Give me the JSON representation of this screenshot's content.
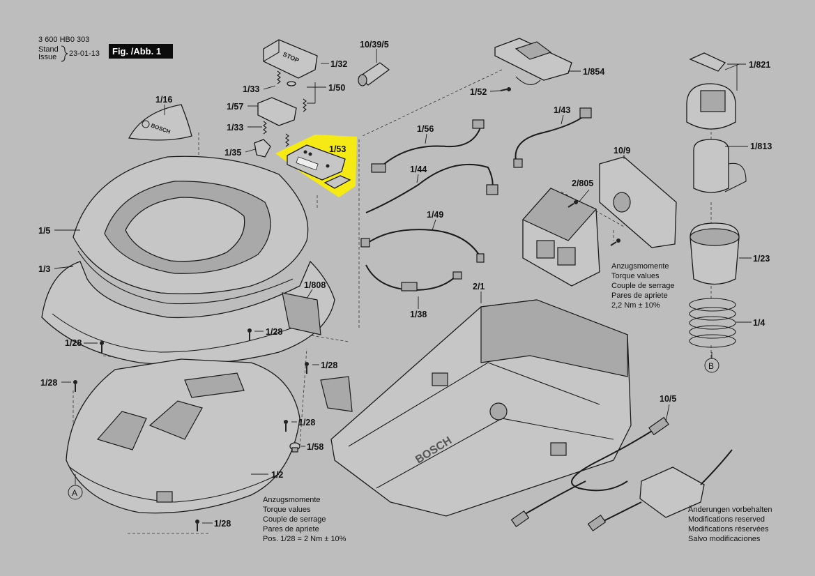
{
  "header": {
    "doc_number": "3 600 HB0 303",
    "stand_label": "Stand",
    "issue_label": "Issue",
    "date": "23-01-13",
    "figure_label": "Fig. /Abb. 1"
  },
  "highlight_color": "#f5ea14",
  "parts": [
    {
      "id": "p-1-16",
      "label": "1/16"
    },
    {
      "id": "p-1-5",
      "label": "1/5"
    },
    {
      "id": "p-1-3",
      "label": "1/3"
    },
    {
      "id": "p-1-33a",
      "label": "1/33"
    },
    {
      "id": "p-1-57",
      "label": "1/57"
    },
    {
      "id": "p-1-33b",
      "label": "1/33"
    },
    {
      "id": "p-1-35",
      "label": "1/35"
    },
    {
      "id": "p-1-32",
      "label": "1/32"
    },
    {
      "id": "p-1-50",
      "label": "1/50"
    },
    {
      "id": "p-10-39-5",
      "label": "10/39/5"
    },
    {
      "id": "p-1-53",
      "label": "1/53"
    },
    {
      "id": "p-1-56",
      "label": "1/56"
    },
    {
      "id": "p-1-44",
      "label": "1/44"
    },
    {
      "id": "p-1-49",
      "label": "1/49"
    },
    {
      "id": "p-1-38",
      "label": "1/38"
    },
    {
      "id": "p-1-854",
      "label": "1/854"
    },
    {
      "id": "p-1-52",
      "label": "1/52"
    },
    {
      "id": "p-1-43",
      "label": "1/43"
    },
    {
      "id": "p-10-9",
      "label": "10/9"
    },
    {
      "id": "p-2-805",
      "label": "2/805"
    },
    {
      "id": "p-1-808",
      "label": "1/808"
    },
    {
      "id": "p-2-1",
      "label": "2/1"
    },
    {
      "id": "p-1-28a",
      "label": "1/28"
    },
    {
      "id": "p-1-28b",
      "label": "1/28"
    },
    {
      "id": "p-1-28c",
      "label": "1/28"
    },
    {
      "id": "p-1-28d",
      "label": "1/28"
    },
    {
      "id": "p-1-28e",
      "label": "1/28"
    },
    {
      "id": "p-1-28f",
      "label": "1/28"
    },
    {
      "id": "p-1-58",
      "label": "1/58"
    },
    {
      "id": "p-1-2",
      "label": "1/2"
    },
    {
      "id": "p-1-821",
      "label": "1/821"
    },
    {
      "id": "p-1-813",
      "label": "1/813"
    },
    {
      "id": "p-1-23",
      "label": "1/23"
    },
    {
      "id": "p-1-4",
      "label": "1/4"
    },
    {
      "id": "p-10-5",
      "label": "10/5"
    }
  ],
  "callouts": {
    "a": "A",
    "b": "B"
  },
  "torque_note_right": {
    "de": "Anzugsmomente",
    "en": "Torque values",
    "fr": "Couple de serrage",
    "es": "Pares de apriete",
    "value": "2,2 Nm  ± 10%"
  },
  "torque_note_bottom": {
    "de": "Anzugsmomente",
    "en": "Torque values",
    "fr": "Couple de serrage",
    "es": "Pares de apriete",
    "value": "Pos.   1/28 = 2 Nm  ± 10%"
  },
  "modifications_note": {
    "de": "Änderungen vorbehalten",
    "en": "Modifications reserved",
    "fr": "Modifications réservées",
    "es": "Salvo modificaciones"
  },
  "part_texts": {
    "stop_button": "STOP",
    "brand_cover": "BOSCH",
    "brand_base": "BOSCH"
  }
}
